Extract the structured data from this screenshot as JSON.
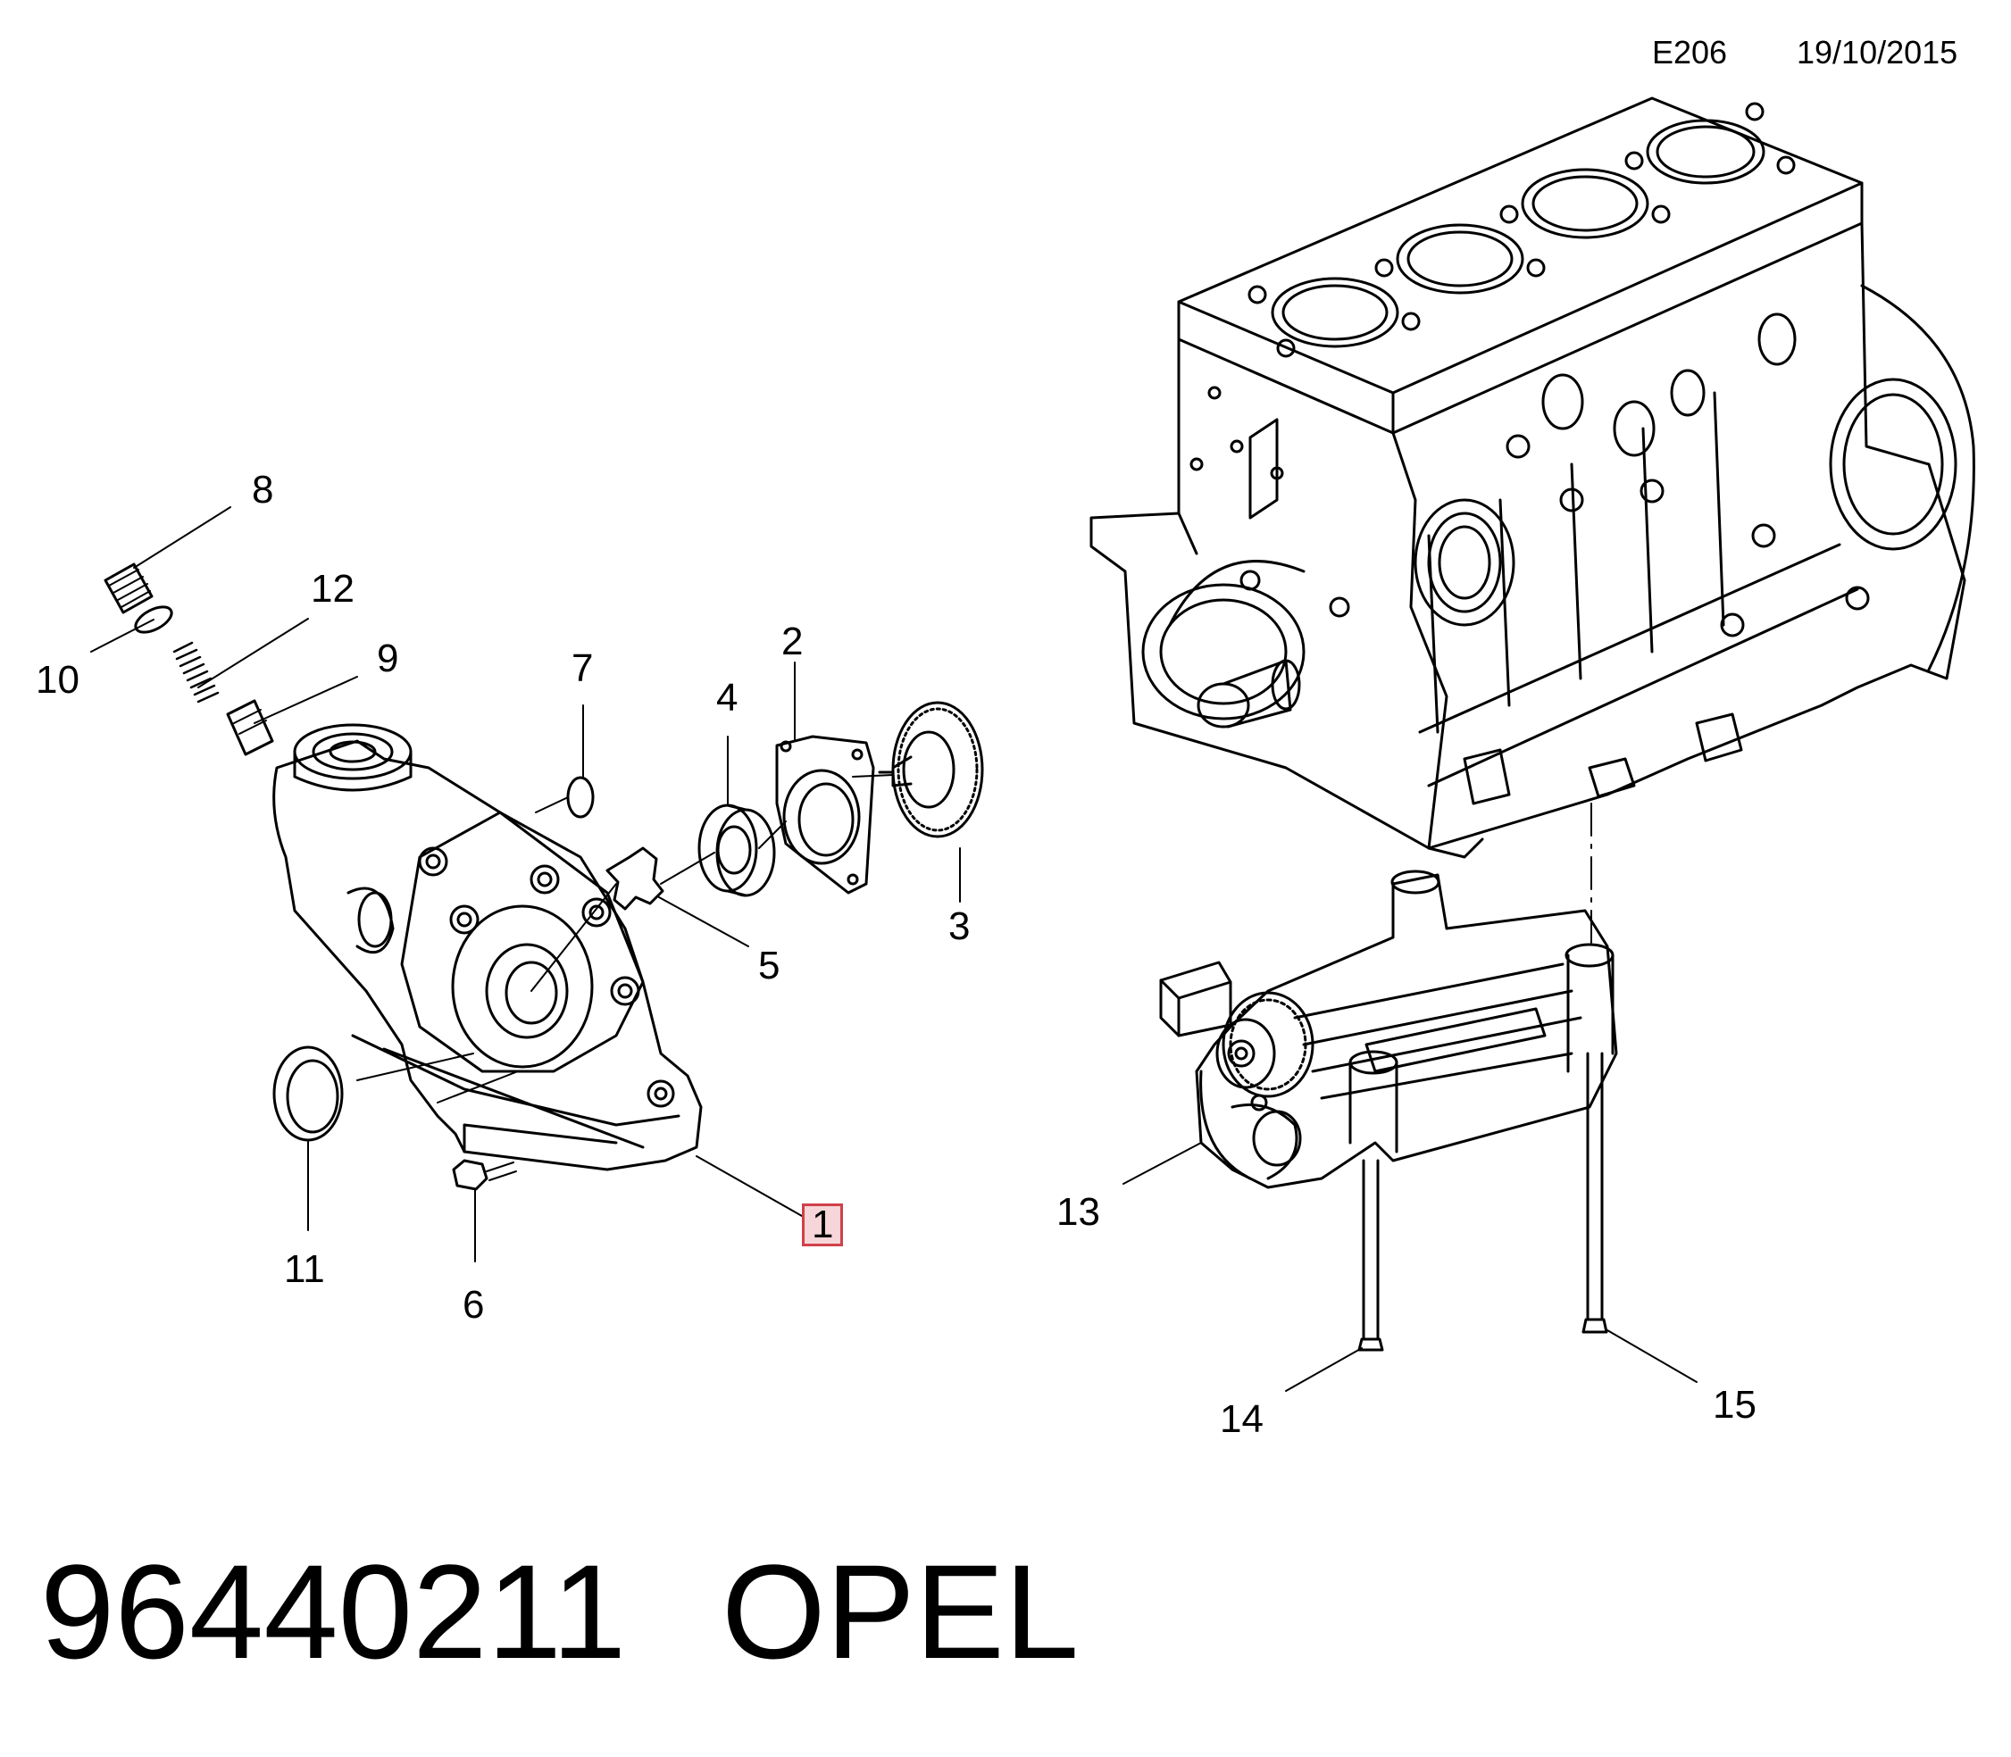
{
  "header": {
    "code": "E206",
    "date": "19/10/2015"
  },
  "callouts": {
    "c1": "1",
    "c2": "2",
    "c3": "3",
    "c4": "4",
    "c5": "5",
    "c6": "6",
    "c7": "7",
    "c8": "8",
    "c9": "9",
    "c10": "10",
    "c11": "11",
    "c12": "12",
    "c13": "13",
    "c14": "14",
    "c15": "15"
  },
  "footer": {
    "part_number": "96440211",
    "brand": "OPEL"
  },
  "colors": {
    "line": "#000000",
    "highlight_fill": "#f6d6d8",
    "highlight_border": "#d0404a"
  }
}
